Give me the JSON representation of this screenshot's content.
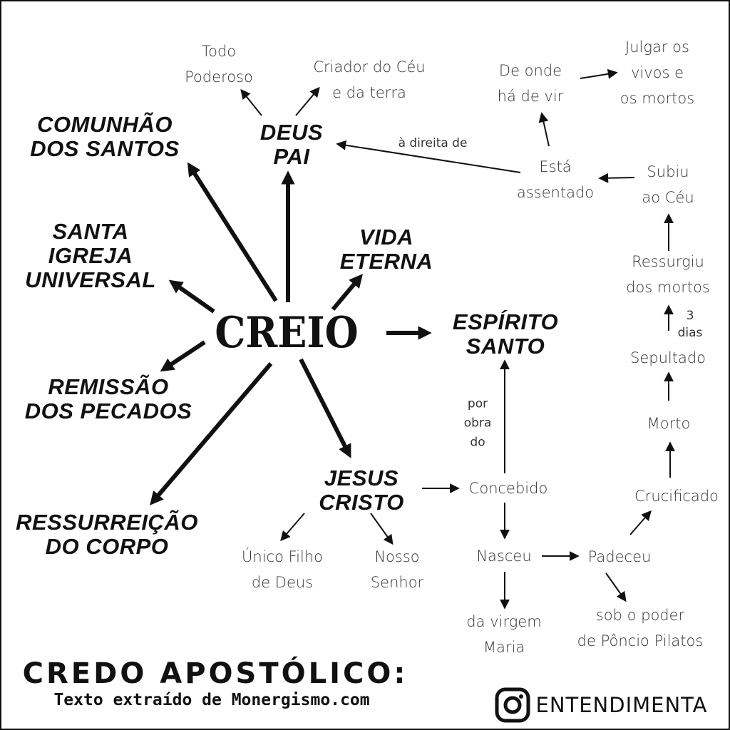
{
  "center": "CREIO",
  "main_nodes": {
    "comunhao": [
      "COMUNHÃO",
      "DOS SANTOS"
    ],
    "deus_pai": [
      "DEUS",
      "PAI"
    ],
    "santa_igreja": [
      "SANTA",
      "IGREJA",
      "UNIVERSAL"
    ],
    "vida_eterna": [
      "VIDA",
      "ETERNA"
    ],
    "espirito_santo": [
      "ESPÍRITO",
      "SANTO"
    ],
    "remissao": [
      "REMISSÃO",
      "DOS PECADOS"
    ],
    "jesus_cristo": [
      "JESUS",
      "CRISTO"
    ],
    "ressurreicao": [
      "RESSURREIÇÃO",
      "DO CORPO"
    ]
  },
  "details": {
    "todo_poderoso": [
      "Todo",
      "Poderoso"
    ],
    "criador": [
      "Criador do Céu",
      "e da terra"
    ],
    "julgar": [
      "Julgar os",
      "vivos e",
      "os mortos"
    ],
    "de_onde": [
      "De onde",
      "há de vir"
    ],
    "a_direita": "à direita de",
    "esta_assentado": [
      "Está",
      "assentado"
    ],
    "subiu": [
      "Subiu",
      "ao Céu"
    ],
    "ressurgiu": [
      "Ressurgiu",
      "dos mortos"
    ],
    "tres_dias": [
      "3",
      "dias"
    ],
    "sepultado": "Sepultado",
    "morto": "Morto",
    "crucificado": "Crucificado",
    "por_obra": [
      "por",
      "obra",
      "do"
    ],
    "concebido": "Concebido",
    "nasceu": "Nasceu",
    "padeceu": "Padeceu",
    "virgem": [
      "da virgem",
      "Maria"
    ],
    "pilatos": [
      "sob o poder",
      "de Pôncio Pilatos"
    ],
    "unico_filho": [
      "Único Filho",
      "de Deus"
    ],
    "nosso_senhor": [
      "Nosso",
      "Senhor"
    ]
  },
  "footer": {
    "title": "CREDO APOSTÓLICO:",
    "source": "Texto extraído de Monergismo.com",
    "brand": "ENTENDIMENTA"
  }
}
